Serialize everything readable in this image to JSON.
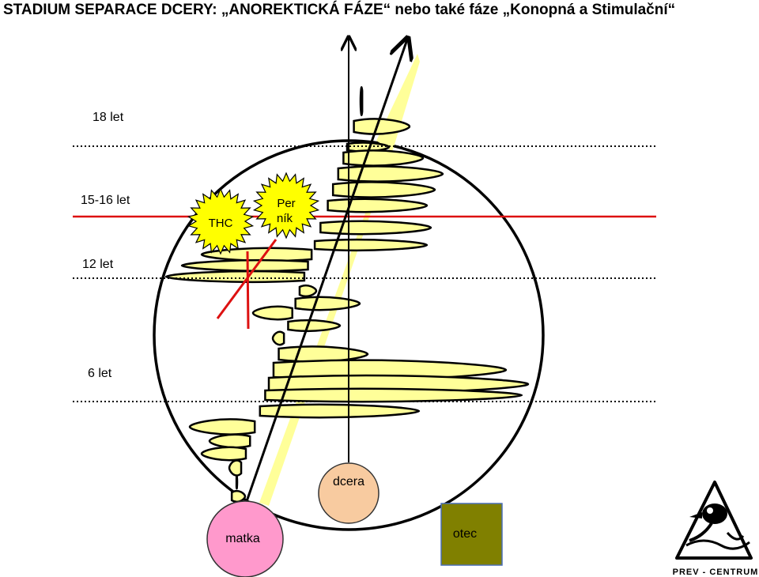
{
  "title": "STADIUM SEPARACE DCERY: „ANOREKTICKÁ FÁZE“ nebo také fáze „Konopná a Stimulační“",
  "age_levels": [
    {
      "id": "18",
      "label": "18 let"
    },
    {
      "id": "15-16",
      "label": "15-16 let"
    },
    {
      "id": "12",
      "label": "12 let"
    },
    {
      "id": "6",
      "label": "6 let"
    }
  ],
  "substances": {
    "thc": {
      "label": "THC"
    },
    "pernik": {
      "line1": "Per",
      "line2": "ník"
    }
  },
  "persons": {
    "mother": {
      "label": "matka",
      "color": "#ff99cc"
    },
    "daughter": {
      "label": "dcera",
      "color": "#f8cba0"
    },
    "father": {
      "label": "otec",
      "color": "#808000"
    }
  },
  "logo": {
    "text": "PREV - CENTRUM"
  },
  "colors": {
    "zone_fill": "#ffff99",
    "critical_line": "#dd1111",
    "outline": "#000000"
  }
}
